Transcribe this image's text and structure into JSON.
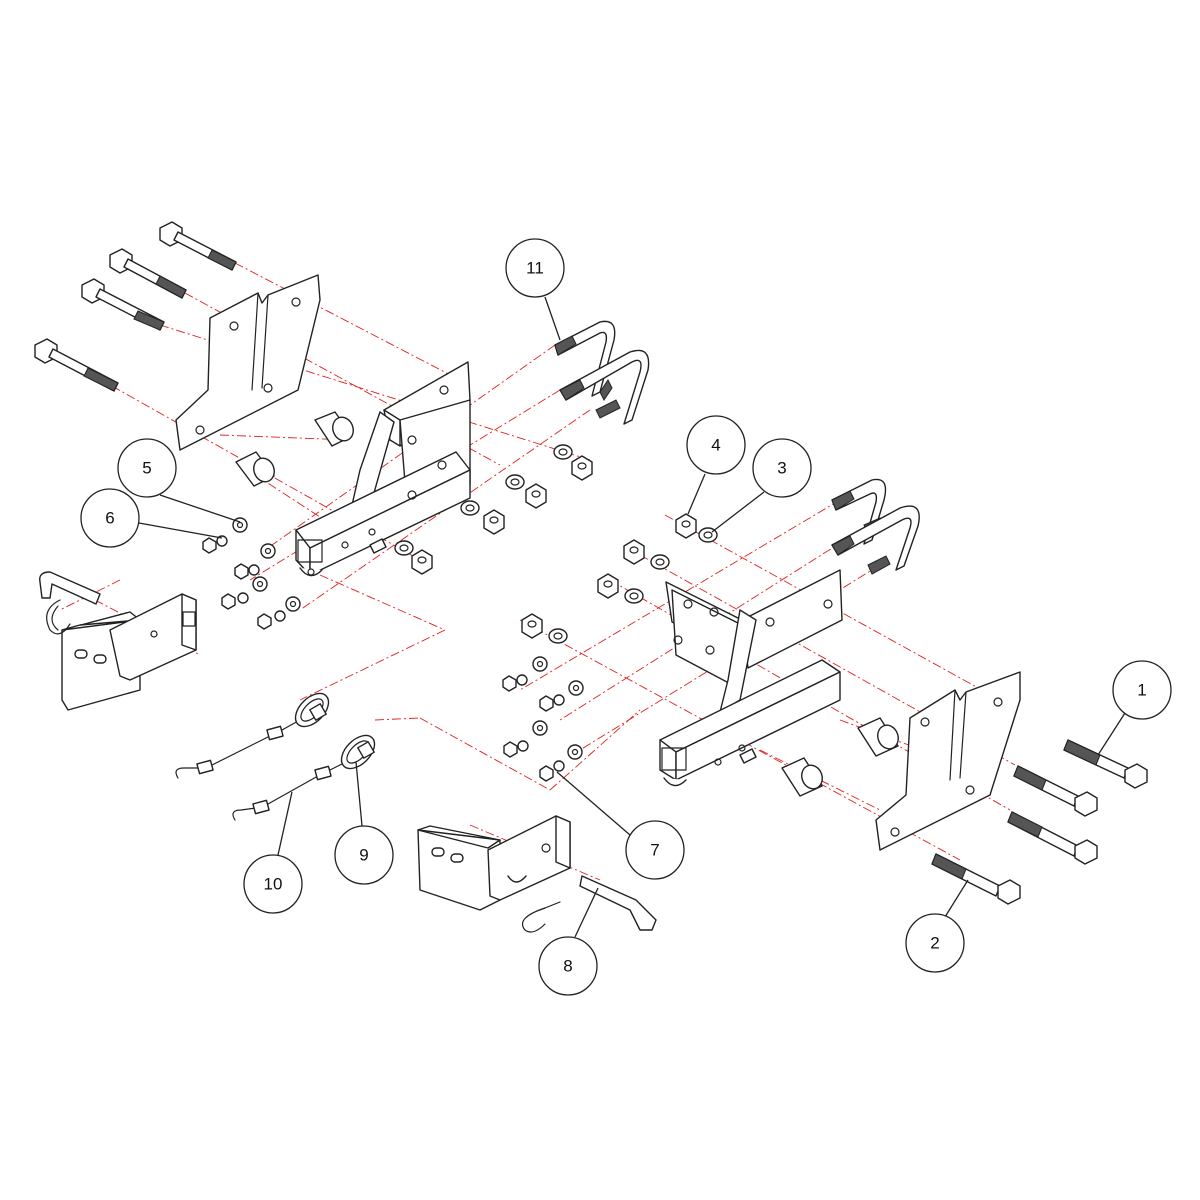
{
  "callouts": [
    {
      "id": "1",
      "label": "1"
    },
    {
      "id": "2",
      "label": "2"
    },
    {
      "id": "3",
      "label": "3"
    },
    {
      "id": "4",
      "label": "4"
    },
    {
      "id": "5",
      "label": "5"
    },
    {
      "id": "6",
      "label": "6"
    },
    {
      "id": "7",
      "label": "7"
    },
    {
      "id": "8",
      "label": "8"
    },
    {
      "id": "9",
      "label": "9"
    },
    {
      "id": "10",
      "label": "10"
    },
    {
      "id": "11",
      "label": "11"
    }
  ],
  "colors": {
    "outline": "#222222",
    "centerline": "#e0201c",
    "background": "#ffffff"
  }
}
